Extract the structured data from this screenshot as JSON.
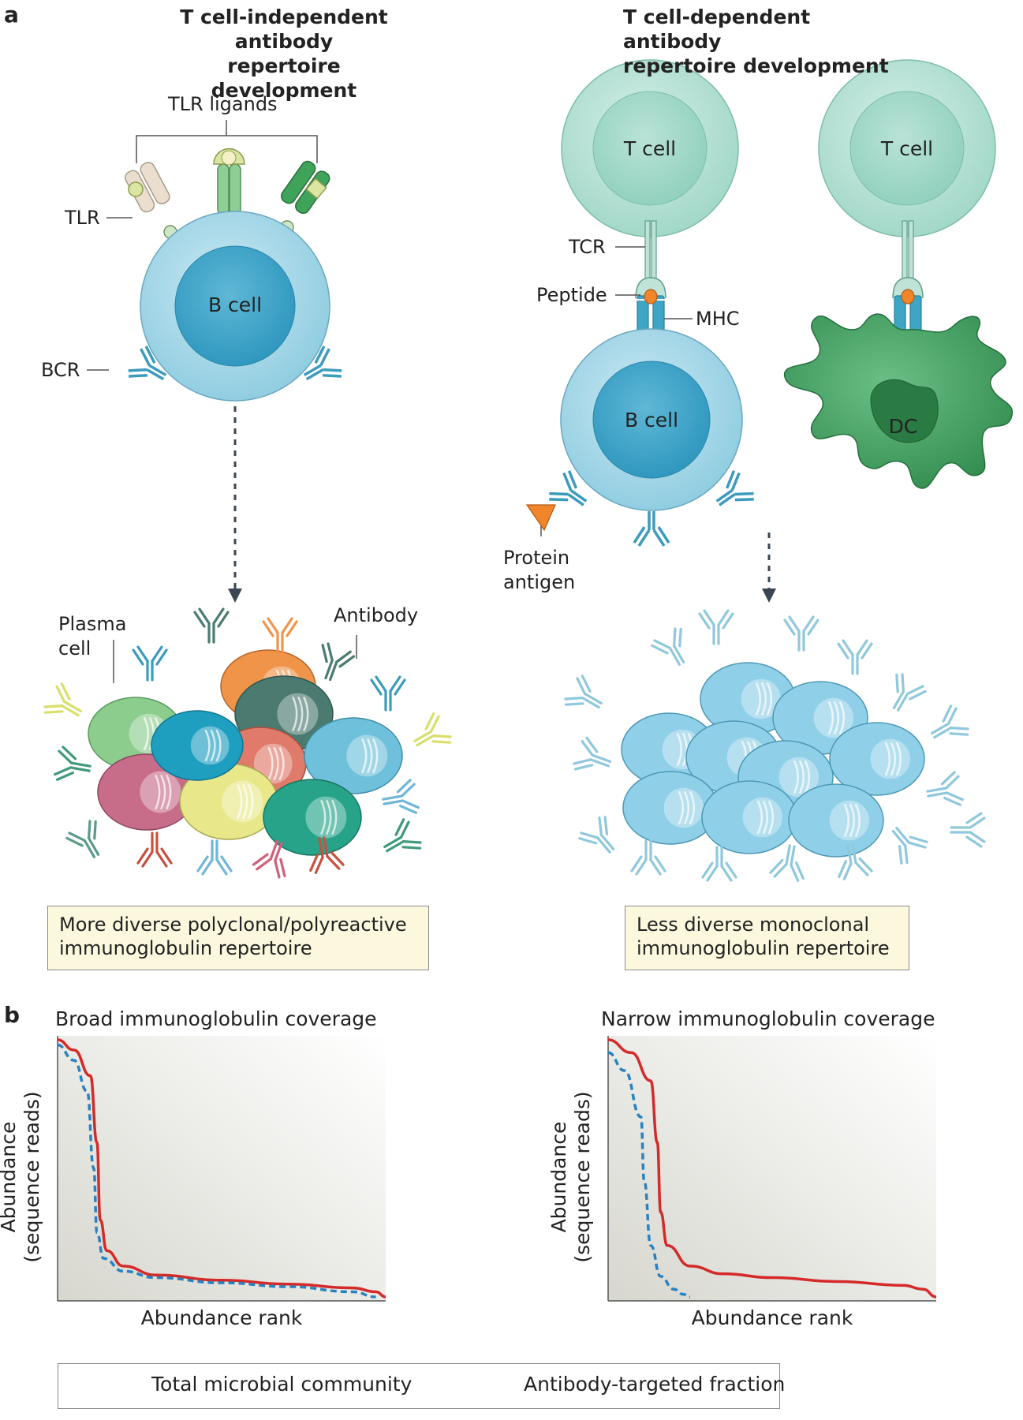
{
  "panel_a": {
    "letter": "a",
    "left_title": [
      "T cell-independent antibody",
      "repertoire development"
    ],
    "right_title": [
      "T cell-dependent antibody",
      "repertoire development"
    ],
    "labels": {
      "tlr_ligands": "TLR ligands",
      "tlr": "TLR",
      "bcr": "BCR",
      "b_cell": "B cell",
      "t_cell": "T cell",
      "tcr": "TCR",
      "peptide": "Peptide",
      "mhc": "MHC",
      "dc": "DC",
      "protein_antigen": [
        "Protein",
        "antigen"
      ],
      "plasma_cell": [
        "Plasma",
        "cell"
      ],
      "antibody": "Antibody"
    },
    "left_summary": [
      "More diverse polyclonal/polyreactive",
      "immunoglobulin repertoire"
    ],
    "right_summary": [
      "Less diverse monoclonal",
      "immunoglobulin repertoire"
    ]
  },
  "panel_b": {
    "letter": "b",
    "xlabel": "Abundance rank",
    "ylabel": [
      "Abundance",
      "(sequence reads)"
    ],
    "legend": [
      "Total microbial community",
      "Antibody-targeted fraction"
    ]
  },
  "colors": {
    "total_line": "#d42a2a",
    "antibody_line": "#2a82c0",
    "b_cell": "#7fc4dd",
    "t_cell": "#a9dccd",
    "dc": "#3f9c5e",
    "box_fill": "#fbf8de"
  },
  "chart_data": [
    {
      "type": "line",
      "title": "Broad immunoglobulin coverage",
      "xlabel": "Abundance rank",
      "ylabel": "Abundance (sequence reads)",
      "grid": false,
      "legend": "bottom",
      "series": [
        {
          "name": "Total microbial community",
          "x": [
            0,
            0.05,
            0.1,
            0.12,
            0.13,
            0.15,
            0.2,
            0.3,
            0.5,
            0.7,
            0.9,
            0.97,
            1.0
          ],
          "y": [
            1.0,
            0.96,
            0.86,
            0.6,
            0.3,
            0.18,
            0.12,
            0.085,
            0.065,
            0.05,
            0.035,
            0.02,
            0.0
          ]
        },
        {
          "name": "Antibody-targeted fraction",
          "x": [
            0,
            0.05,
            0.09,
            0.11,
            0.12,
            0.14,
            0.2,
            0.3,
            0.5,
            0.7,
            0.9,
            0.97
          ],
          "y": [
            0.98,
            0.92,
            0.8,
            0.5,
            0.25,
            0.15,
            0.1,
            0.075,
            0.055,
            0.04,
            0.02,
            0.0
          ]
        }
      ]
    },
    {
      "type": "line",
      "title": "Narrow immunoglobulin coverage",
      "xlabel": "Abundance rank",
      "ylabel": "Abundance (sequence reads)",
      "grid": false,
      "legend": "bottom",
      "series": [
        {
          "name": "Total microbial community",
          "x": [
            0,
            0.07,
            0.13,
            0.15,
            0.16,
            0.18,
            0.25,
            0.35,
            0.5,
            0.7,
            0.9,
            0.96,
            1.0
          ],
          "y": [
            1.0,
            0.95,
            0.84,
            0.6,
            0.33,
            0.2,
            0.12,
            0.09,
            0.075,
            0.06,
            0.045,
            0.03,
            0.0
          ]
        },
        {
          "name": "Antibody-targeted fraction",
          "x": [
            0,
            0.05,
            0.1,
            0.11,
            0.13,
            0.16,
            0.2,
            0.23,
            0.25
          ],
          "y": [
            0.95,
            0.88,
            0.7,
            0.45,
            0.2,
            0.08,
            0.03,
            0.01,
            0.0
          ]
        }
      ]
    }
  ]
}
